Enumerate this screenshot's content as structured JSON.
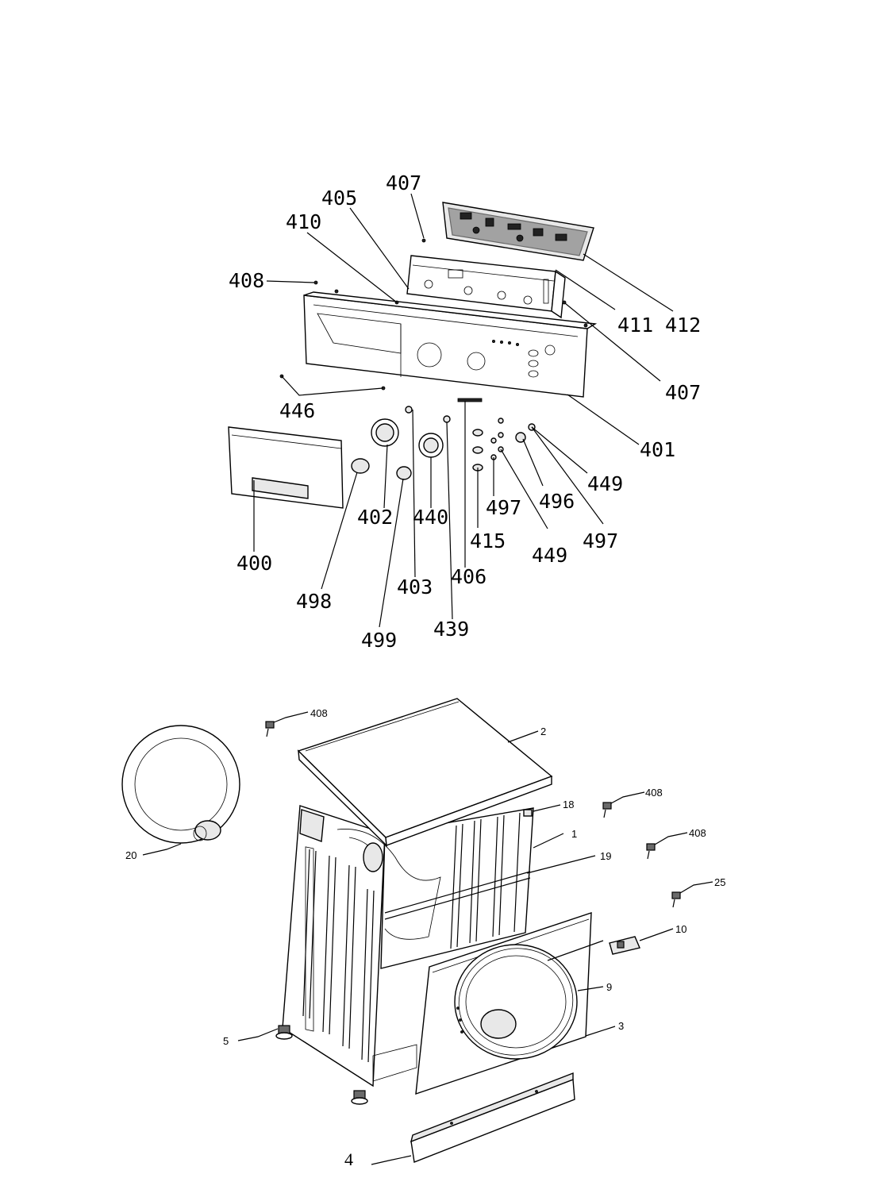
{
  "upper_callouts": {
    "c407a": "407",
    "c405": "405",
    "c410": "410",
    "c408": "408",
    "c411": "411",
    "c412": "412",
    "c407b": "407",
    "c446": "446",
    "c401": "401",
    "c449a": "449",
    "c496": "496",
    "c497a": "497",
    "c497b": "497",
    "c449b": "449",
    "c415": "415",
    "c406": "406",
    "c440": "440",
    "c402": "402",
    "c400": "400",
    "c498": "498",
    "c403": "403",
    "c439": "439",
    "c499": "499"
  },
  "lower_callouts": {
    "c408a": "408",
    "c2": "2",
    "c408b": "408",
    "c18": "18",
    "c1": "1",
    "c408c": "408",
    "c20": "20",
    "c19": "19",
    "c25": "25",
    "c10": "10",
    "c9": "9",
    "c3": "3",
    "c5": "5",
    "c4": "4"
  }
}
